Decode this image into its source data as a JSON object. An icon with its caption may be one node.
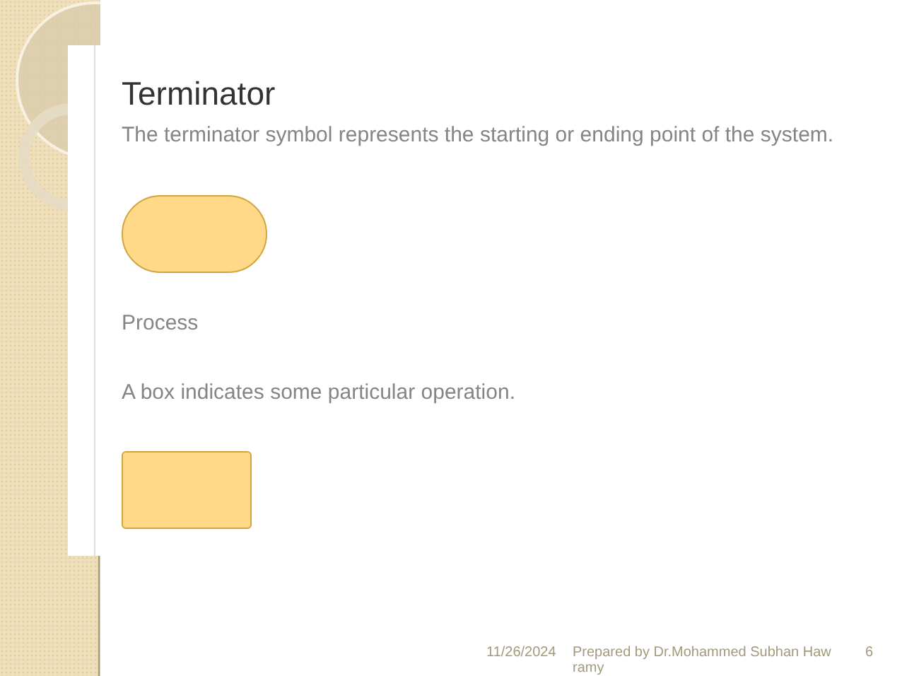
{
  "diagram": {
    "title": "Terminator",
    "nodes": [
      {
        "text": [],
        "shape": "pill"
      },
      {
        "text": [],
        "shape": "box"
      }
    ],
    "labels": [
      "The terminator symbol represents the starting or ending point of the system.",
      "Process",
      "A box indicates some particular operation.",
      "11/26/2024",
      "Prepared by Dr.Mohammed Subhan Hawramy",
      "6"
    ]
  }
}
